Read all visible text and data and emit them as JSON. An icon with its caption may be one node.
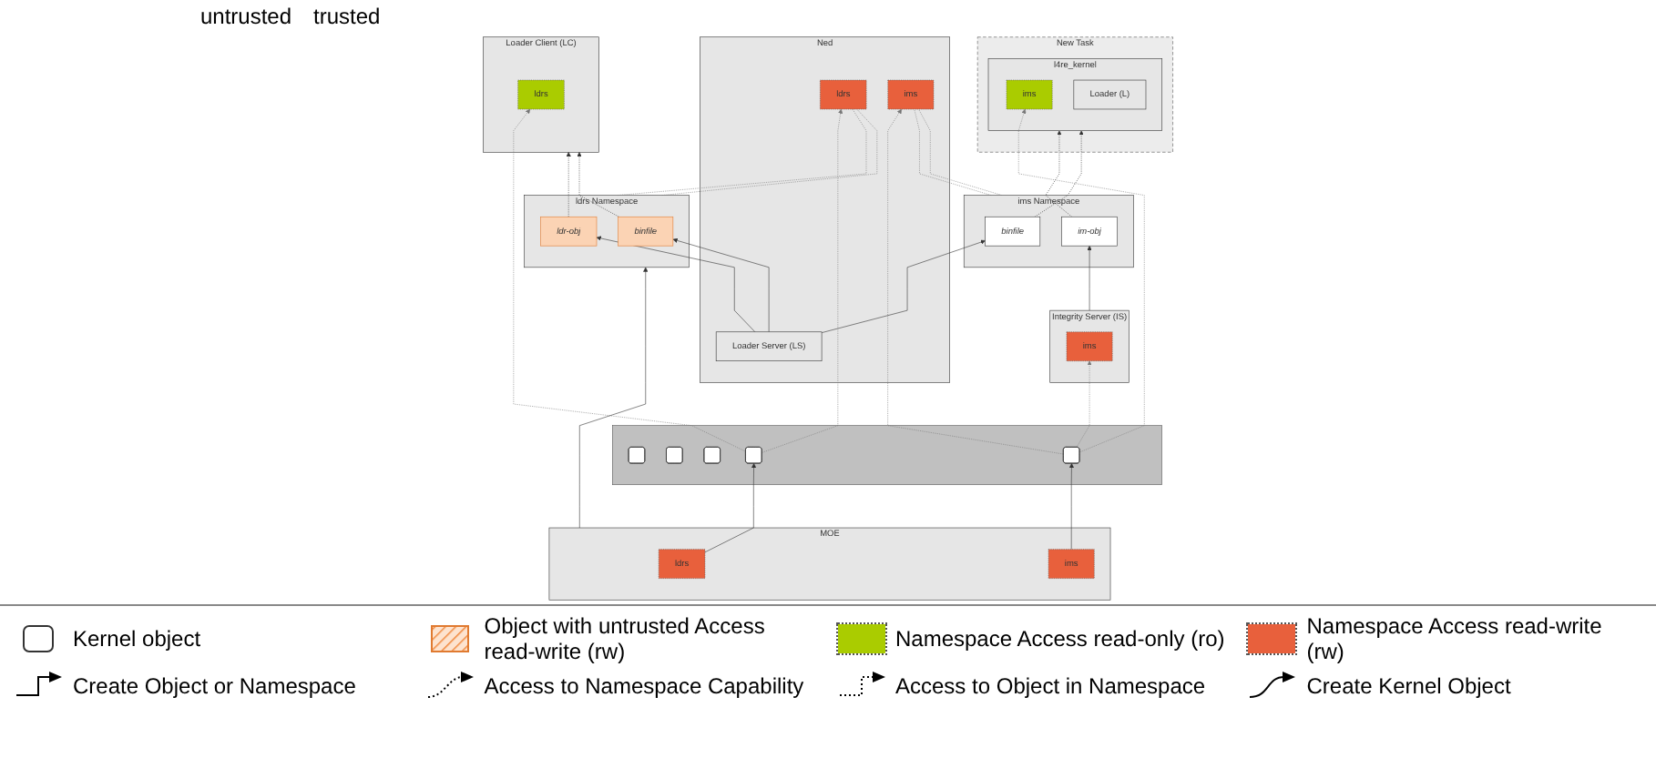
{
  "diagram": {
    "nodes": [
      {
        "text": [
          "ldrs Namespace"
        ]
      },
      {
        "text": [
          "ldr-obj"
        ],
        "in": 0
      },
      {
        "text": [
          "binfile"
        ],
        "in": 0
      },
      {
        "text": [
          "ims Namespace"
        ]
      },
      {
        "text": [
          "binfile"
        ],
        "in": 3
      },
      {
        "text": [
          "im-obj"
        ],
        "in": 3
      },
      {
        "text": [
          "Ned"
        ]
      },
      {
        "text": [
          "ldrs"
        ],
        "in": 6
      },
      {
        "text": [
          "ims"
        ],
        "in": 6
      },
      {
        "text": [
          "Loader Server (LS)"
        ],
        "in": 6
      },
      {
        "text": [
          "New Task"
        ]
      },
      {
        "text": [
          "l4re_kernel"
        ],
        "in": 10
      },
      {
        "text": [
          "ims"
        ],
        "in": 11
      },
      {
        "text": [
          "Loader (L)"
        ],
        "in": 11
      },
      {
        "text": [
          "Loader Client (LC)"
        ]
      },
      {
        "text": [
          "ldrs"
        ],
        "in": 14
      },
      {
        "text": [
          "Integrity Server (IS)"
        ]
      },
      {
        "text": [
          "ims"
        ],
        "in": 16
      },
      {
        "text": [
          "MOE"
        ]
      },
      {
        "text": [
          "ldrs"
        ],
        "in": 18
      },
      {
        "text": [
          "ims"
        ],
        "in": 18
      },
      {
        "text": [],
        "shape": "bar"
      },
      {
        "text": [],
        "shape": "box",
        "in": 21
      },
      {
        "text": [],
        "shape": "box",
        "in": 21
      },
      {
        "text": [],
        "shape": "box",
        "in": 21
      },
      {
        "text": [],
        "shape": "box",
        "in": 21
      },
      {
        "text": [],
        "shape": "box",
        "in": 21
      }
    ],
    "edges": [
      {
        "from": 18,
        "to": 0,
        "arrow": "to"
      },
      {
        "from": 9,
        "to": 1,
        "arrow": "to"
      },
      {
        "from": 9,
        "to": 2,
        "arrow": "to"
      },
      {
        "from": 9,
        "to": 4,
        "arrow": "to"
      },
      {
        "from": 16,
        "to": 5,
        "arrow": "to"
      },
      {
        "from": 1,
        "to": 14,
        "arrow": "to",
        "style": "dashed"
      },
      {
        "from": 2,
        "to": 14,
        "arrow": "to",
        "style": "dashed"
      },
      {
        "from": 5,
        "to": 11,
        "arrow": "to",
        "style": "dashed"
      },
      {
        "from": 4,
        "to": 11,
        "arrow": "to",
        "style": "dashed"
      },
      {
        "from": 0,
        "to": 7,
        "arrow": "none",
        "style": "dashed",
        "color": "#777777"
      },
      {
        "from": 0,
        "to": 7,
        "arrow": "none",
        "style": "dashed",
        "color": "#777777"
      },
      {
        "from": 3,
        "to": 8,
        "arrow": "none",
        "style": "dashed",
        "color": "#777777"
      },
      {
        "from": 3,
        "to": 8,
        "arrow": "none",
        "style": "dashed",
        "color": "#777777"
      },
      {
        "from": 25,
        "to": 15,
        "arrow": "to",
        "style": "dashed",
        "color": "#777777"
      },
      {
        "from": 25,
        "to": 7,
        "arrow": "to",
        "style": "dashed",
        "color": "#777777"
      },
      {
        "from": 26,
        "to": 8,
        "arrow": "to",
        "style": "dashed",
        "color": "#777777"
      },
      {
        "from": 26,
        "to": 12,
        "arrow": "to",
        "style": "dashed",
        "color": "#777777"
      },
      {
        "from": 26,
        "to": 17,
        "arrow": "to",
        "style": "dashed",
        "color": "#777777"
      },
      {
        "from": 19,
        "to": 25,
        "arrow": "to"
      },
      {
        "from": 20,
        "to": 26,
        "arrow": "to"
      }
    ],
    "labels": [
      "untrusted",
      "trusted"
    ],
    "legend": [
      {
        "text": "Kernel object"
      },
      {
        "text": "Object with untrusted Access read-write (rw)"
      },
      {
        "text": "Namespace Access read-only (ro)",
        "color": "#aacc00"
      },
      {
        "text": "Namespace Access read-write (rw)",
        "color": "#e8603c"
      },
      {
        "text": "Create Object or Namespace"
      },
      {
        "text": "Access to Namespace Capability"
      },
      {
        "text": "Access to Object in Namespace"
      },
      {
        "text": "Create Kernel Object"
      }
    ]
  }
}
